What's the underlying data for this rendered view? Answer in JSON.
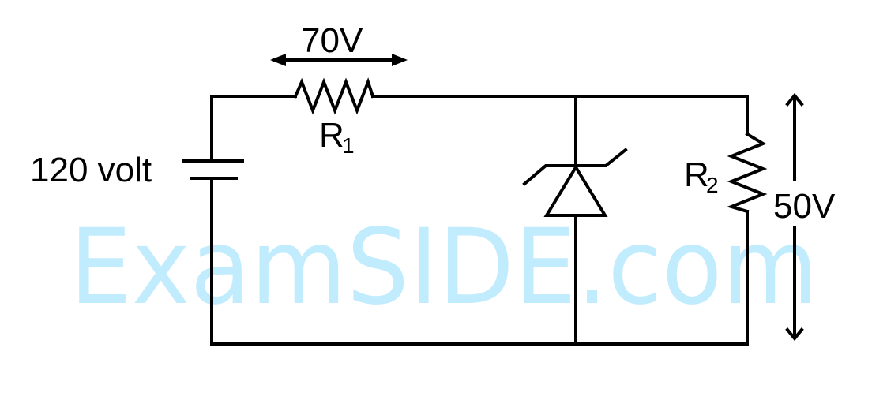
{
  "watermark": "ExamSIDE.com",
  "colors": {
    "wire": "#000000",
    "watermark": "#C0ECFD",
    "background": "#FFFFFF"
  },
  "source": {
    "label": "120 volt",
    "type": "battery"
  },
  "r1": {
    "name": "R",
    "subscript": "1",
    "voltage_label": "70V"
  },
  "r2": {
    "name": "R",
    "subscript": "2",
    "voltage_label": "50V"
  },
  "zener": {
    "type": "zener-diode"
  }
}
